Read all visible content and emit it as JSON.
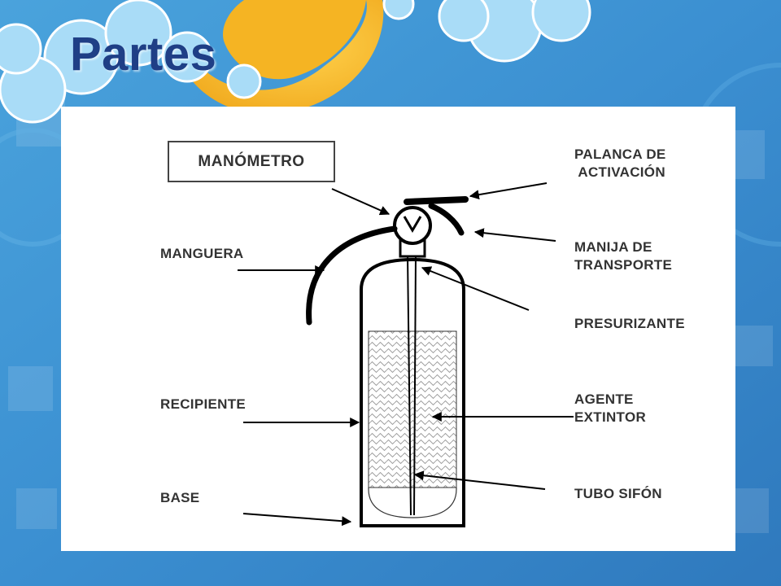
{
  "slide": {
    "title": "Partes",
    "colors": {
      "background": "#3a8fd0",
      "title": "#1f3f86",
      "accent_sun": "#f4b526",
      "cloud": "#a8d8f5"
    }
  },
  "diagram": {
    "labels": {
      "manometro": "MANÓMETRO",
      "palanca": "PALANCA DE\n ACTIVACIÓN",
      "manguera": "MANGUERA",
      "manija": "MANIJA DE\nTRANSPORTE",
      "presurizante": "PRESURIZANTE",
      "recipiente": "RECIPIENTE",
      "agente": "AGENTE\nEXTINTOR",
      "base": "BASE",
      "tubo": "TUBO SIFÓN"
    }
  }
}
